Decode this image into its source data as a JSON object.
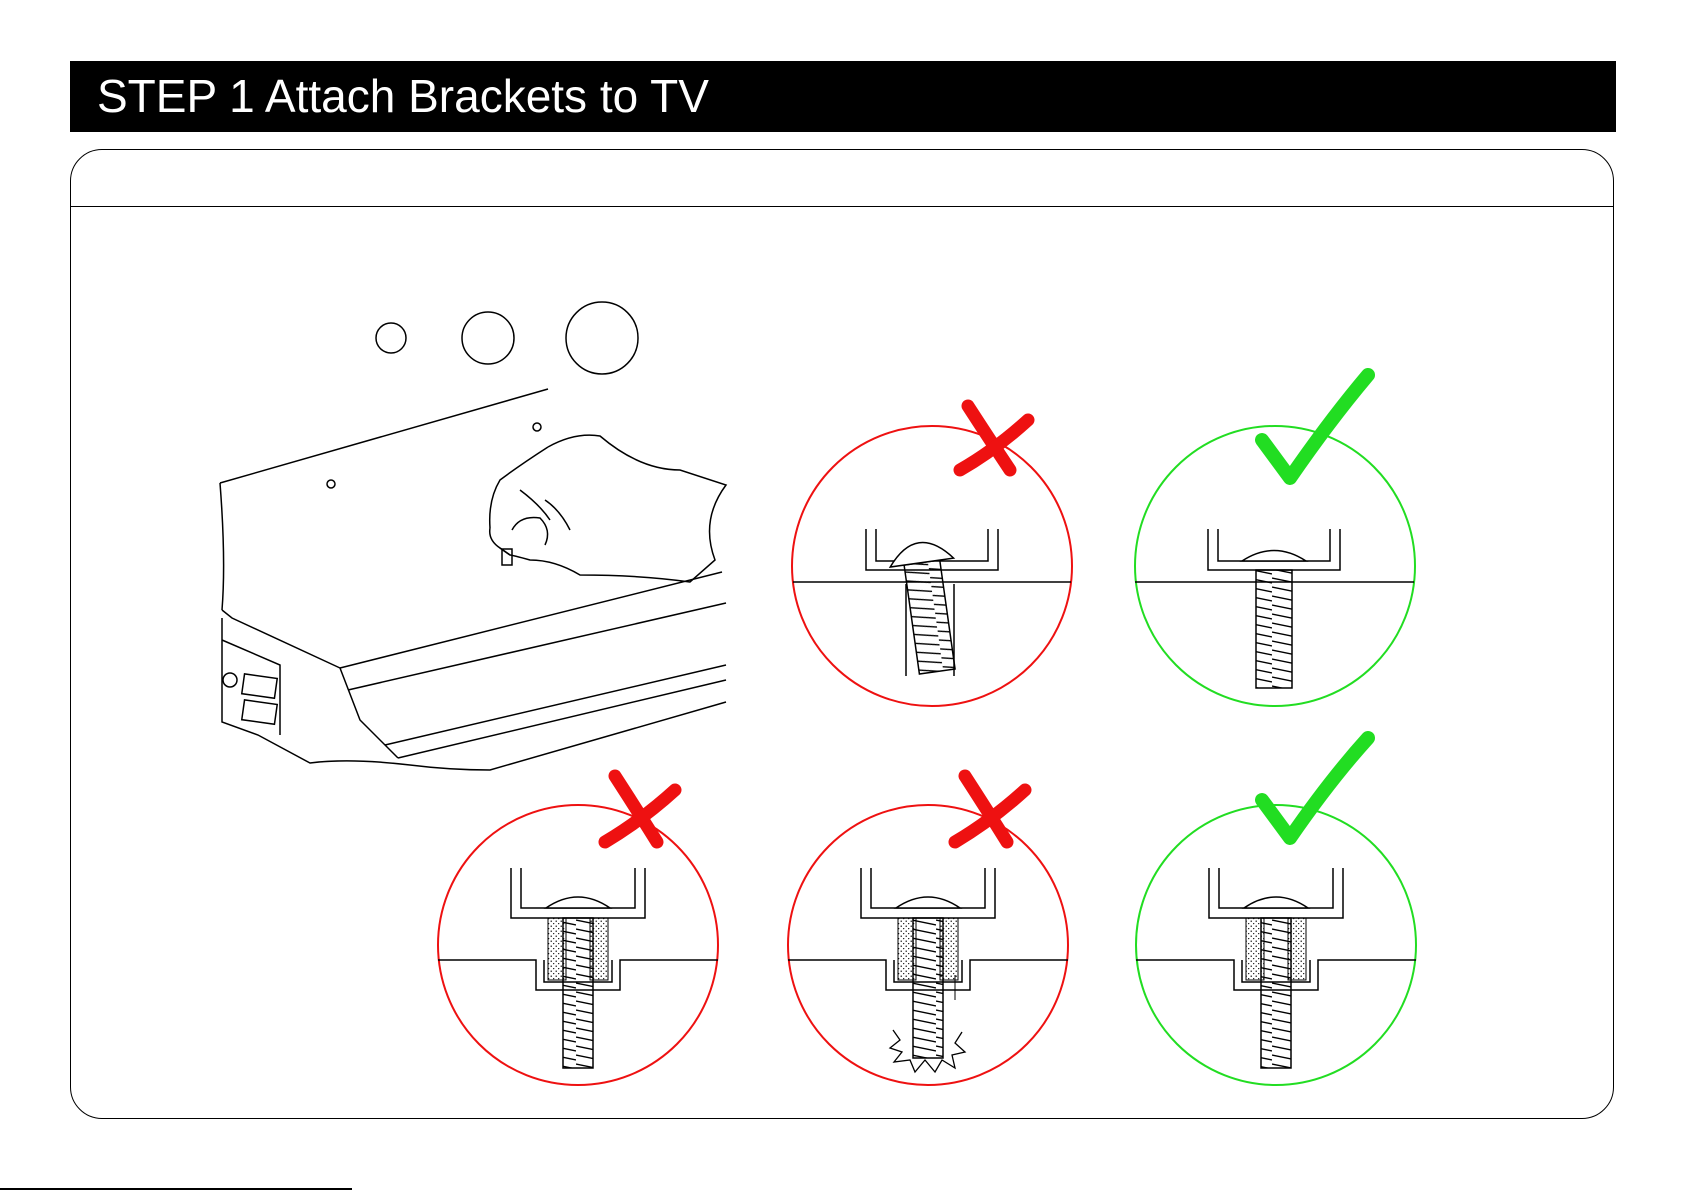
{
  "header": {
    "title": "STEP 1 Attach Brackets to TV"
  },
  "colors": {
    "wrong": "#ee1111",
    "correct": "#22dd22",
    "ink": "#000000"
  },
  "icons": {
    "wrong_mark": "cross-mark-icon",
    "correct_mark": "check-mark-icon"
  },
  "details": [
    {
      "id": "detail-top-middle",
      "verdict": "wrong",
      "issue": "tilted-screw"
    },
    {
      "id": "detail-top-right",
      "verdict": "correct",
      "issue": "flush-screw"
    },
    {
      "id": "detail-bottom-left",
      "verdict": "wrong",
      "issue": "screw-too-long"
    },
    {
      "id": "detail-bottom-middle",
      "verdict": "wrong",
      "issue": "screw-pierces-tv"
    },
    {
      "id": "detail-bottom-right",
      "verdict": "correct",
      "issue": "spacer-correct-length"
    }
  ]
}
